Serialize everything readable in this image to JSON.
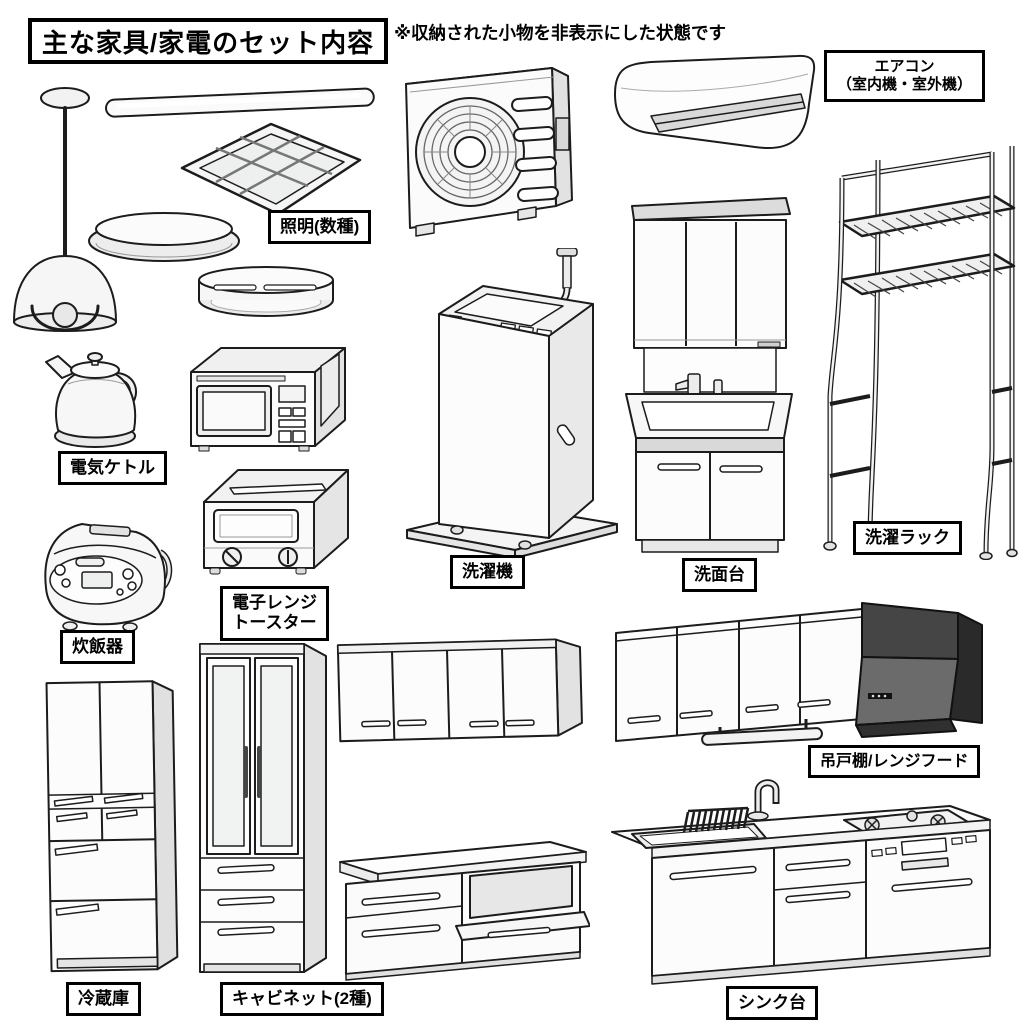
{
  "page": {
    "title": "主な家具/家電のセット内容",
    "note": "※収納された小物を非表示にした状態です"
  },
  "labels": {
    "lighting": "照明(数種)",
    "aircon_line1": "エアコン",
    "aircon_line2": "（室内機・室外機）",
    "kettle": "電気ケトル",
    "microwave_line1": "電子レンジ",
    "microwave_line2": "トースター",
    "rice_cooker": "炊飯器",
    "washer": "洗濯機",
    "vanity": "洗面台",
    "laundry_rack": "洗濯ラック",
    "cupboard_hood": "吊戸棚/レンジフード",
    "fridge": "冷蔵庫",
    "cabinet": "キャビネット(2種)",
    "sink": "シンク台"
  },
  "colors": {
    "outline": "#1c1c1c",
    "label_border": "#000000",
    "hood_dark": "#454545",
    "hood_mid": "#6b6b6b",
    "background": "#ffffff"
  }
}
